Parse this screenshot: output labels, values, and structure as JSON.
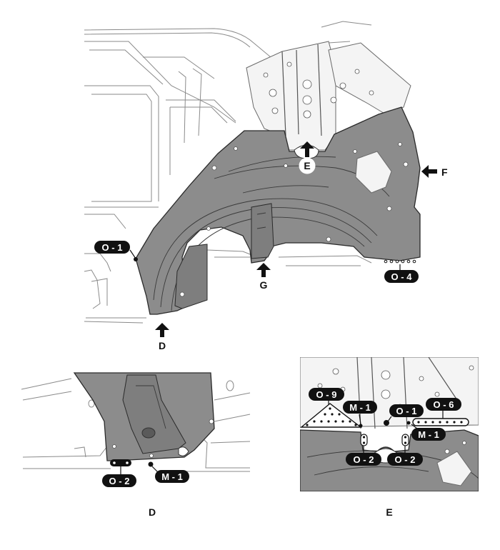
{
  "main_view": {
    "arrow_d_label": "D",
    "arrow_e_label": "E",
    "arrow_f_label": "F",
    "arrow_g_label": "G",
    "callout_o1": "O - 1",
    "callout_o4": "O - 4"
  },
  "detail_d": {
    "callout_o2": "O - 2",
    "callout_m1": "M - 1",
    "caption": "D"
  },
  "detail_e": {
    "callout_o9": "O - 9",
    "callout_m1_left": "M - 1",
    "callout_o1": "O - 1",
    "callout_o6": "O - 6",
    "callout_m1_right": "M - 1",
    "callout_o2_left": "O - 2",
    "callout_o2_right": "O - 2",
    "caption": "E"
  }
}
